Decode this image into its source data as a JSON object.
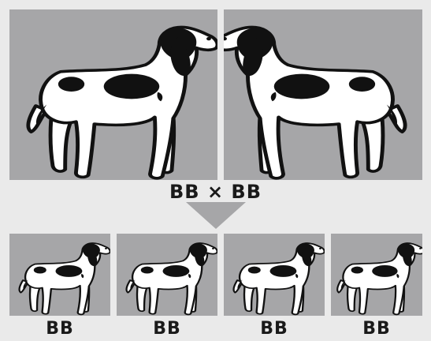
{
  "cross_label": "BB × BB",
  "parents": [
    {
      "id": "parent-left",
      "genotype": "BB",
      "facing": "right"
    },
    {
      "id": "parent-right",
      "genotype": "BB",
      "facing": "left"
    }
  ],
  "offspring": [
    {
      "genotype": "BB"
    },
    {
      "genotype": "BB"
    },
    {
      "genotype": "BB"
    },
    {
      "genotype": "BB"
    }
  ],
  "colors": {
    "panel_bg": "#a6a6a8",
    "page_bg": "#eaeaea",
    "arrow": "#a6a6a8",
    "coat_white": "#ffffff",
    "spots": "#1a1a1a"
  },
  "icons": [
    "spotted-dog-icon",
    "down-arrow-icon"
  ]
}
